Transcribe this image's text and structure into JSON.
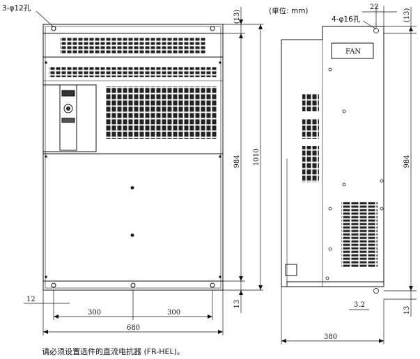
{
  "units_label": "(单位: mm)",
  "front_hole_label": "3-φ12孔",
  "side_hole_label": "4-φ16孔",
  "fan_label": "FAN",
  "note": "请必须设置选件的直流电抗器 (FR-HEL)。",
  "dims": {
    "front_width": "680",
    "front_pitch_left": "300",
    "front_pitch_right": "300",
    "front_edge": "12",
    "height_total": "1010",
    "height_mount": "984",
    "top_margin": "(13)",
    "bottom_margin": "13",
    "side_top_margin": "(13)",
    "side_height_mount": "984",
    "side_bottom_margin": "13",
    "side_hole_offset": "22",
    "side_depth": "380",
    "side_edge": "3.2"
  }
}
